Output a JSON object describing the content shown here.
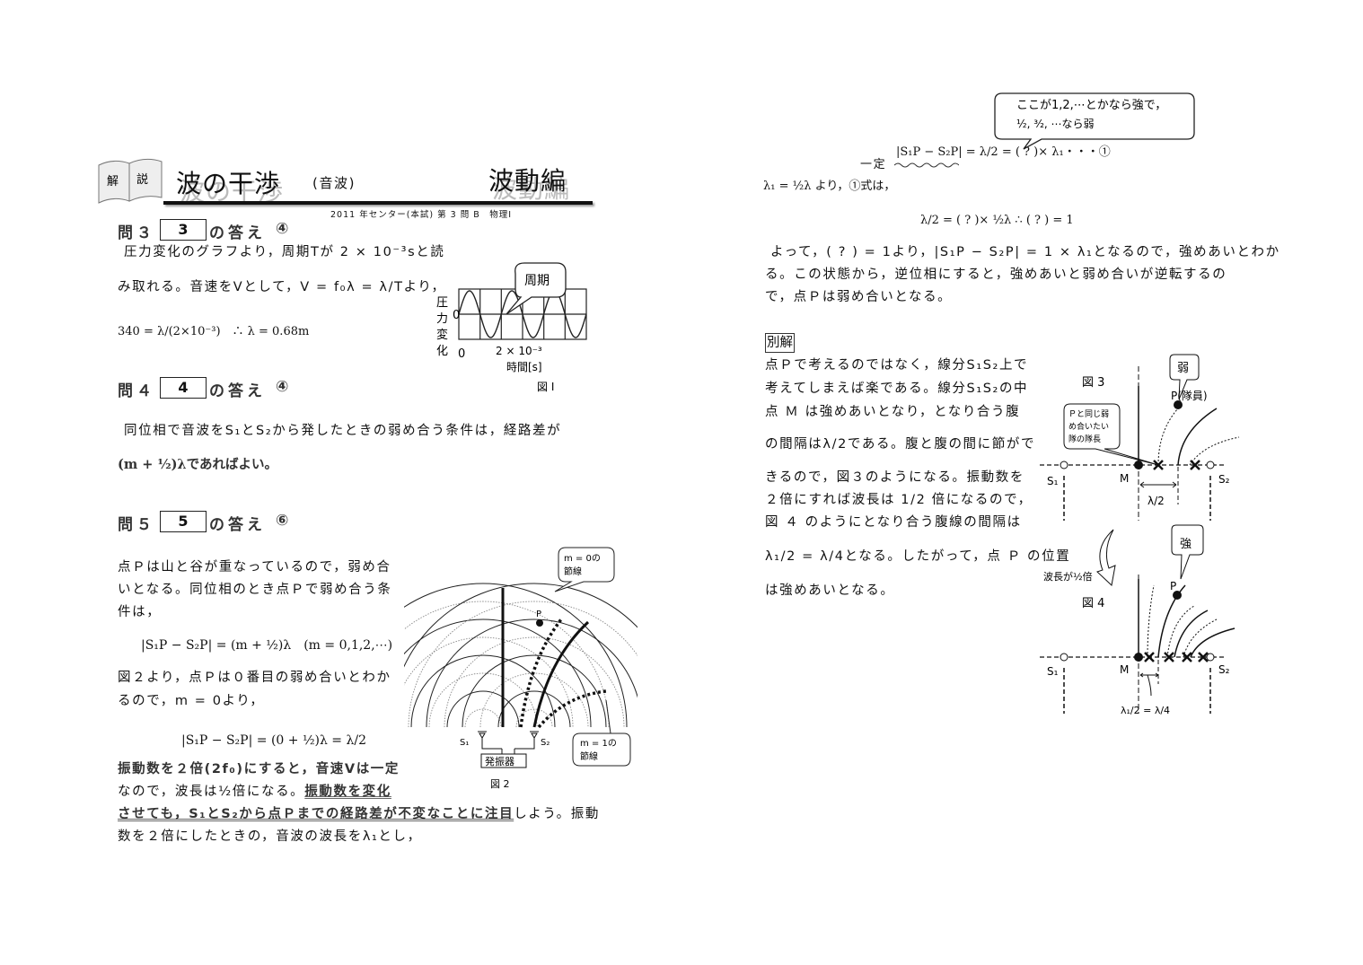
{
  "header": {
    "book_left": "解",
    "book_right": "説",
    "title": "波の干渉",
    "subtitle": "(音波)",
    "section": "波動編",
    "source": "2011 年センター(本試) 第 3 問 B　物理Ⅰ"
  },
  "q3": {
    "label": "問３",
    "box": "3",
    "suffix": "の答え",
    "answer": "④",
    "lines": [
      "圧力変化のグラフより，周期Tが 2 × 10⁻³sと読",
      "み取れる。音速をVとして，V = f₀λ = λ/Tより，",
      "340 = λ/(2×10⁻³)　∴ λ = 0.68m"
    ]
  },
  "fig1": {
    "y_label": [
      "圧",
      "力",
      "変",
      "化"
    ],
    "zero_y": "0",
    "zero_x": "0",
    "tick": "2 × 10⁻³",
    "x_label": "時間[s]",
    "callout": "周期",
    "caption": "図 Ⅰ"
  },
  "q4": {
    "label": "問４",
    "box": "4",
    "suffix": "の答え",
    "answer": "④",
    "lines": [
      "同位相で音波をS₁とS₂から発したときの弱め合う条件は，経路差が",
      "(m + ½)λであればよい。"
    ]
  },
  "q5": {
    "label": "問５",
    "box": "5",
    "suffix": "の答え",
    "answer": "⑥",
    "lines": [
      "点Ｐは山と谷が重なっているので，弱め合",
      "いとなる。同位相のとき点Ｐで弱め合う条",
      "件は，",
      "|S₁P − S₂P| = (m + ½)λ　(m = 0,1,2,⋯)",
      "図２より，点Ｐは０番目の弱め合いとわか",
      "るので，m = 0より，",
      "|S₁P − S₂P| = (0 + ½)λ = λ/2",
      "振動数を２倍(2f₀)にすると，音速Vは一定",
      "なので，波長は½倍になる。",
      "振動数を変化",
      "させても，S₁とS₂から点Ｐまでの経路差が不変なことに注目",
      "しよう。振動",
      "数を２倍にしたときの，音波の波長をλ₁とし，"
    ]
  },
  "fig2": {
    "callout_m0": [
      "m = 0の",
      "節線"
    ],
    "callout_m1": [
      "m = 1の",
      "節線"
    ],
    "p": "P",
    "s1": "S₁",
    "s2": "S₂",
    "oscillator": "発振器",
    "caption": "図 2"
  },
  "right": {
    "callout": [
      "ここが1,2,⋯とかなら強で，",
      "½, ³⁄₂, ⋯なら弱"
    ],
    "eq1_prefix": "一定",
    "eq1": "|S₁P − S₂P| = λ/2 = ( ? )× λ₁・・・①",
    "line2": "λ₁ = ½λ より，①式は，",
    "eq2": "λ/2 = ( ? )× ½λ ∴ ( ? ) = 1",
    "para": [
      "よって，( ? ) = 1より，|S₁P − S₂P| = 1 × λ₁となるので，強めあいとわか",
      "る。この状態から，逆位相にすると，強めあいと弱め合いが逆転するの",
      "で，点Ｐは弱め合いとなる。"
    ],
    "alt_label": "別解",
    "alt": [
      "点Ｐで考えるのではなく，線分S₁S₂上で",
      "考えてしまえば楽である。線分S₁S₂の中",
      "点 Ｍ は強めあいとなり，となり合う腹",
      "の間隔はλ/2である。腹と腹の間に節がで",
      "きるので，図３のようになる。振動数を",
      "２倍にすれば波長は 1/2 倍になるので，",
      "図 ４ のようにとなり合う腹線の間隔は",
      "λ₁/2 = λ/4となる。したがって，点 Ｐ の位置",
      "は強めあいとなる。"
    ]
  },
  "fig3": {
    "caption": "図 3",
    "callout_weak": "弱",
    "p": "P(隊員)",
    "callout_leader": [
      "Ｐと同じ弱",
      "め合いたい",
      "隊の隊長"
    ],
    "s1": "S₁",
    "s2": "S₂",
    "m": "M",
    "spacing": "λ/2"
  },
  "fig4": {
    "arrow_label": "波長が½倍",
    "caption": "図 4",
    "callout_strong": "強",
    "p": "P",
    "s1": "S₁",
    "s2": "S₂",
    "m": "M",
    "spacing": "λ₁/2 = λ/4"
  }
}
